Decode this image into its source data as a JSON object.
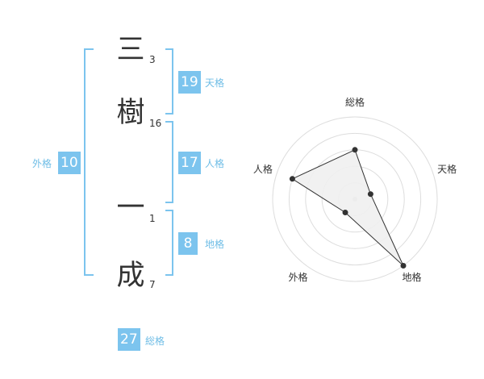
{
  "name": {
    "chars": [
      {
        "char": "三",
        "strokes": "3"
      },
      {
        "char": "樹",
        "strokes": "16"
      },
      {
        "char": "一",
        "strokes": "1"
      },
      {
        "char": "成",
        "strokes": "7"
      }
    ]
  },
  "kaku": {
    "tenkaku": {
      "value": "19",
      "label": "天格"
    },
    "jinkaku": {
      "value": "17",
      "label": "人格"
    },
    "chikaku": {
      "value": "8",
      "label": "地格"
    },
    "gaikaku": {
      "value": "10",
      "label": "外格"
    },
    "soukaku": {
      "value": "27",
      "label": "総格"
    }
  },
  "chart_data": {
    "type": "radar",
    "axes": [
      "総格",
      "天格",
      "地格",
      "外格",
      "人格"
    ],
    "values": [
      3,
      1,
      5,
      1,
      4
    ],
    "rmax": 5,
    "colors": {
      "fill": "#f0f0f0",
      "line": "#333333",
      "grid": "#dddddd",
      "accent": "#7cc4ee"
    }
  }
}
